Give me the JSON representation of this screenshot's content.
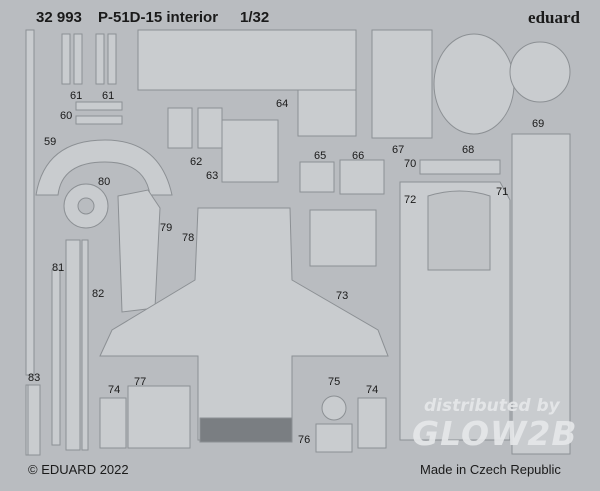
{
  "header": {
    "catalog": "32 993",
    "product": "P-51D-15 interior",
    "scale": "1/32",
    "brand": "eduard"
  },
  "footer": {
    "copyright": "© EDUARD 2022",
    "origin": "Made in Czech Republic"
  },
  "watermark": {
    "line1": "distributed by",
    "line2": "GLOW2B"
  },
  "part_numbers": {
    "p59": "59",
    "p60": "60",
    "p61a": "61",
    "p61b": "61",
    "p62": "62",
    "p63": "63",
    "p64": "64",
    "p65": "65",
    "p66": "66",
    "p67": "67",
    "p68": "68",
    "p69": "69",
    "p70": "70",
    "p71": "71",
    "p72": "72",
    "p73": "73",
    "p74a": "74",
    "p74b": "74",
    "p75": "75",
    "p76": "76",
    "p77": "77",
    "p78": "78",
    "p79": "79",
    "p80": "80",
    "p81": "81",
    "p82": "82",
    "p83": "83"
  },
  "colors": {
    "fret": "#b9bcc0",
    "part": "#c9cccf",
    "edge": "#8c9094",
    "text": "#1a1a1a"
  }
}
